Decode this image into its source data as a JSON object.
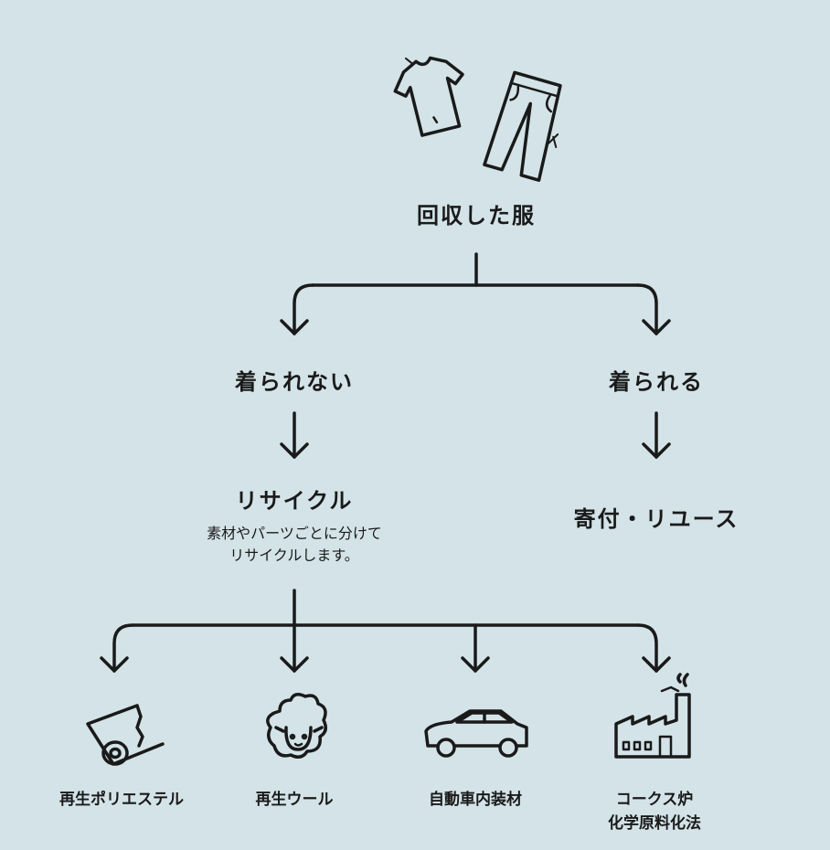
{
  "root": {
    "label": "回収した服"
  },
  "branch_left": {
    "label": "着られない",
    "recycle": {
      "label": "リサイクル",
      "desc_line1": "素材やパーツごとに分けて",
      "desc_line2": "リサイクルします。"
    }
  },
  "branch_right": {
    "label": "着られる",
    "result": "寄付・リユース"
  },
  "outputs": [
    {
      "line1": "再生ポリエステル",
      "line2": "",
      "icon": "fabric-roll-icon"
    },
    {
      "line1": "再生ウール",
      "line2": "",
      "icon": "sheep-icon"
    },
    {
      "line1": "自動車内装材",
      "line2": "",
      "icon": "car-icon"
    },
    {
      "line1": "コークス炉",
      "line2": "化学原料化法",
      "icon": "factory-icon"
    }
  ],
  "icons": {
    "top": [
      "t-shirt-icon",
      "jeans-icon"
    ]
  },
  "colors": {
    "background": "#d3e3e8",
    "ink": "#1a1a1a"
  }
}
